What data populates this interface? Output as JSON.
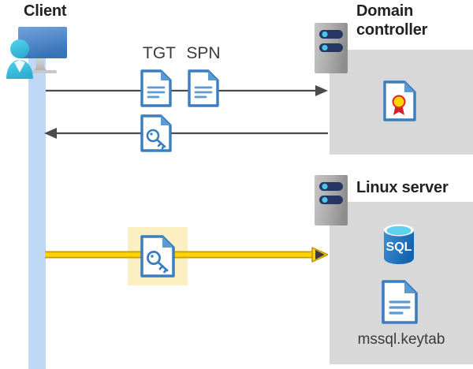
{
  "diagram": {
    "title": "Kerberos authentication flow between client, domain controller and Linux server",
    "background_color": "#ffffff"
  },
  "actors": {
    "client": {
      "label": "Client",
      "icon": "client-computer-icon",
      "lifeline_color": "#bfd8f5",
      "monitor_color": "#4a86c8",
      "person_color": "#41c0e0"
    },
    "domain_controller": {
      "label_line1": "Domain",
      "label_line2": "controller",
      "icon": "server-icon",
      "panel_color": "#d8d8d8",
      "contents": [
        {
          "icon": "certificate-document-icon",
          "label": ""
        }
      ]
    },
    "linux_server": {
      "label": "Linux server",
      "icon": "server-icon",
      "panel_color": "#d8d8d8",
      "contents": [
        {
          "icon": "sql-database-icon",
          "label": "SQL"
        },
        {
          "icon": "keytab-document-icon",
          "label": "mssql.keytab"
        }
      ]
    }
  },
  "messages": [
    {
      "id": "request",
      "direction": "right",
      "color": "#4a4a4f",
      "artifacts": [
        {
          "label": "TGT",
          "icon": "document-icon"
        },
        {
          "label": "SPN",
          "icon": "document-icon"
        }
      ]
    },
    {
      "id": "response",
      "direction": "left",
      "color": "#4a4a4f",
      "artifacts": [
        {
          "label": "",
          "icon": "key-document-icon"
        }
      ]
    },
    {
      "id": "service-ticket",
      "direction": "right",
      "color": "#f2c200",
      "highlight_color": "#fcf0c3",
      "artifacts": [
        {
          "label": "",
          "icon": "key-document-icon"
        }
      ]
    }
  ],
  "colors": {
    "accent_blue": "#3a7ebf",
    "panel_gray": "#d8d8d8",
    "arrow_gray": "#4a4a4f",
    "arrow_yellow": "#f2c200",
    "highlight_yellow": "#fcf0c3",
    "text_dark": "#222225"
  }
}
